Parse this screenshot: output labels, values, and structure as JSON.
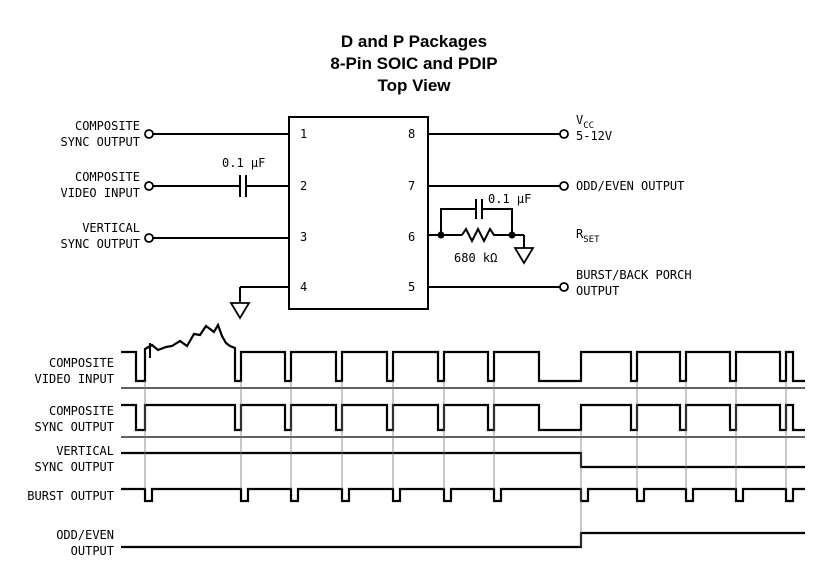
{
  "title": {
    "line1": "D and P Packages",
    "line2": "8-Pin SOIC and PDIP",
    "line3": "Top View"
  },
  "pins": [
    {
      "num": "1",
      "label_lines": [
        "COMPOSITE",
        "SYNC OUTPUT"
      ]
    },
    {
      "num": "2",
      "label_lines": [
        "COMPOSITE",
        "VIDEO INPUT"
      ]
    },
    {
      "num": "3",
      "label_lines": [
        "VERTICAL",
        "SYNC OUTPUT"
      ]
    },
    {
      "num": "4",
      "label_lines": []
    },
    {
      "num": "5",
      "label_lines": [
        "BURST/BACK PORCH",
        "OUTPUT"
      ]
    },
    {
      "num": "6",
      "label_lines": []
    },
    {
      "num": "7",
      "label_lines": [
        "ODD/EVEN OUTPUT"
      ]
    },
    {
      "num": "8",
      "label_lines": []
    }
  ],
  "vcc": {
    "main": "V",
    "sub": "CC",
    "range": "5-12V"
  },
  "rset": {
    "main": "R",
    "sub": "SET"
  },
  "components": {
    "input_cap": "0.1 μF",
    "rset_cap": "0.1 μF",
    "rset_resistor": "680 kΩ"
  },
  "waveforms": [
    {
      "label_lines": [
        "COMPOSITE",
        "VIDEO INPUT"
      ]
    },
    {
      "label_lines": [
        "COMPOSITE",
        "SYNC OUTPUT"
      ]
    },
    {
      "label_lines": [
        "VERTICAL",
        "SYNC OUTPUT"
      ]
    },
    {
      "label_lines": [
        "BURST OUTPUT"
      ]
    },
    {
      "label_lines": [
        "ODD/EVEN",
        "OUTPUT"
      ]
    }
  ]
}
